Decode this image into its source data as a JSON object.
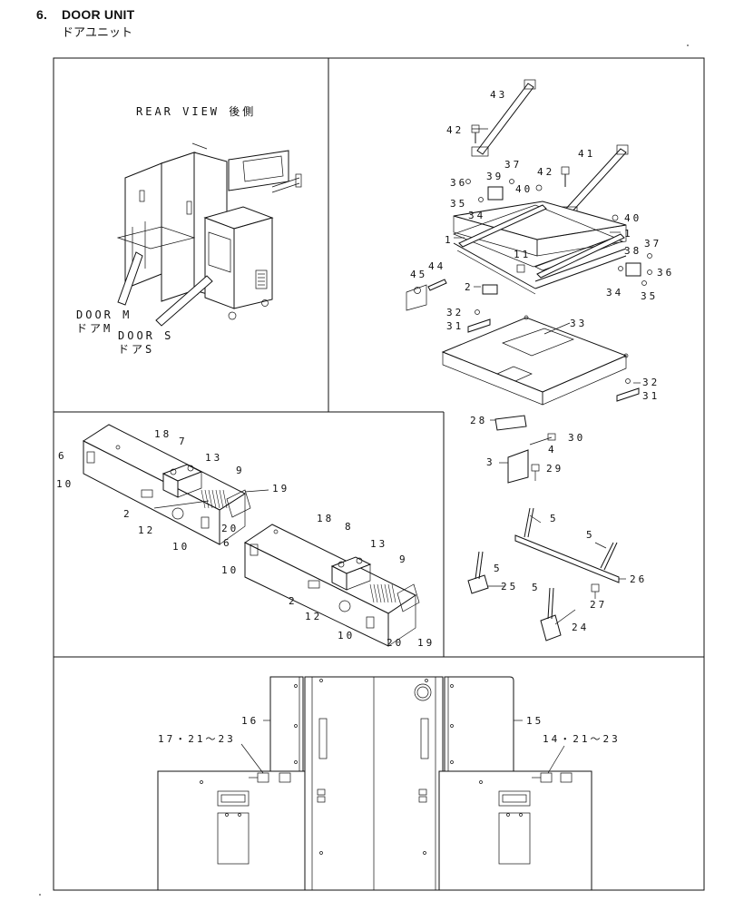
{
  "header": {
    "section_number": "6.",
    "title": "DOOR UNIT",
    "subtitle": "ドアユニット"
  },
  "panel_rear_view": {
    "title": "REAR VIEW 後側",
    "door_m": "DOOR M",
    "door_m_jp": "ドアM",
    "door_s": "DOOR S",
    "door_s_jp": "ドアS"
  },
  "panel_top_assembly": {
    "labels": [
      "43",
      "42",
      "37",
      "39",
      "36",
      "40",
      "42",
      "41",
      "35",
      "34",
      "40",
      "1",
      "1",
      "38",
      "37",
      "11",
      "36",
      "45",
      "44",
      "2",
      "34",
      "35",
      "32",
      "31",
      "33",
      "32",
      "31",
      "28",
      "30",
      "4",
      "3",
      "29",
      "5",
      "5",
      "5",
      "26",
      "25",
      "27",
      "5",
      "24"
    ]
  },
  "panel_hinges": {
    "labels": [
      "18",
      "7",
      "6",
      "13",
      "10",
      "9",
      "19",
      "2",
      "12",
      "20",
      "10",
      "18",
      "8",
      "6",
      "13",
      "10",
      "9",
      "2",
      "12",
      "10",
      "20",
      "19"
    ]
  },
  "panel_doors_front": {
    "labels": [
      "16",
      "15",
      "17・21～23",
      "14・21～23"
    ]
  }
}
